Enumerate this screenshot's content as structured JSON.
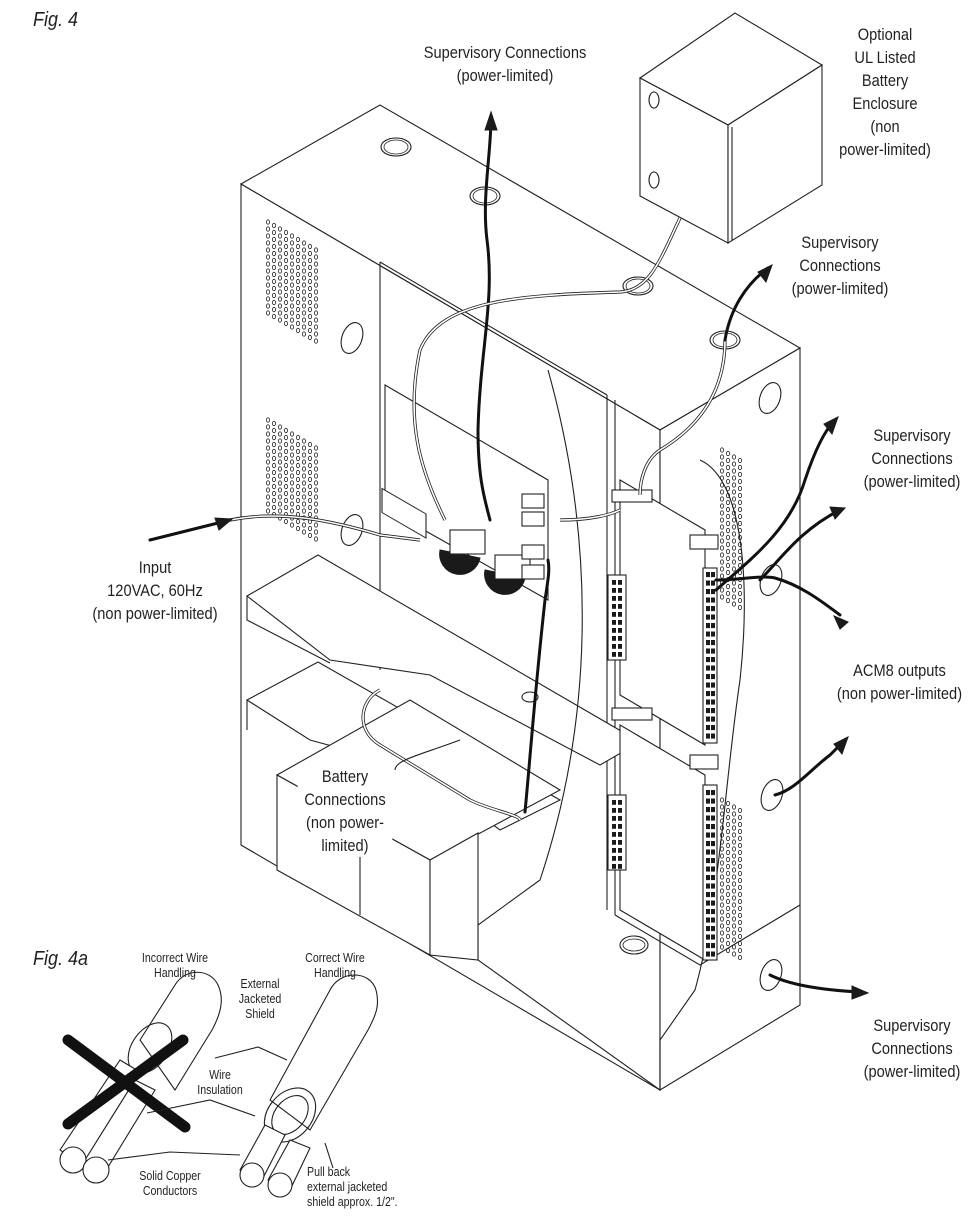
{
  "figures": {
    "main": {
      "label": "Fig. 4"
    },
    "detail": {
      "label": "Fig. 4a"
    }
  },
  "callouts": {
    "supervisory_top": {
      "lines": [
        "Supervisory Connections",
        "(power-limited)"
      ]
    },
    "battery_enclosure": {
      "lines": [
        "Optional",
        "UL Listed",
        "Battery",
        "Enclosure",
        "(non",
        "power-limited)"
      ]
    },
    "supervisory_upper_right": {
      "lines": [
        "Supervisory",
        "Connections",
        "(power-limited)"
      ]
    },
    "supervisory_mid_right": {
      "lines": [
        "Supervisory",
        "Connections",
        "(power-limited)"
      ]
    },
    "acm8_outputs": {
      "lines": [
        "ACM8 outputs",
        "(non power-limited)"
      ]
    },
    "supervisory_bottom_right": {
      "lines": [
        "Supervisory",
        "Connections",
        "(power-limited)"
      ]
    },
    "input": {
      "lines": [
        "Input",
        "120VAC, 60Hz",
        "(non power-limited)"
      ]
    },
    "battery_connections": {
      "lines": [
        "Battery",
        "Connections",
        "(non power-",
        "limited)"
      ]
    }
  },
  "wire_detail": {
    "incorrect": {
      "lines": [
        "Incorrect Wire",
        "Handling"
      ]
    },
    "correct": {
      "lines": [
        "Correct Wire",
        "Handling"
      ]
    },
    "external_shield": {
      "lines": [
        "External",
        "Jacketed",
        "Shield"
      ]
    },
    "wire_insulation": {
      "lines": [
        "Wire",
        "Insulation"
      ]
    },
    "solid_copper": {
      "lines": [
        "Solid Copper",
        "Conductors"
      ]
    },
    "pull_back": {
      "lines": [
        "Pull back",
        "external jacketed",
        "shield approx. 1/2\"."
      ]
    }
  },
  "components": {
    "enclosure": "main-enclosure",
    "battery_box": "optional-battery-enclosure",
    "boards": [
      "power-supply-board",
      "acm8-board-upper",
      "acm8-board-lower"
    ],
    "battery": "backup-battery"
  }
}
